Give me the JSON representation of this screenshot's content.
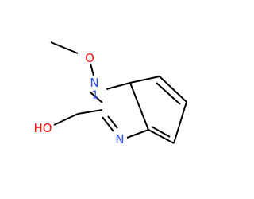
{
  "molecule": {
    "atoms": {
      "methoxy_oxygen": {
        "label": "O",
        "color": "#ff0d0d"
      },
      "ring_nitrogen_1": {
        "label": "N",
        "color": "#3050f8"
      },
      "ring_nitrogen_1_locant": {
        "label": "1",
        "color": "#3050f8"
      },
      "ring_nitrogen_3": {
        "label": "N",
        "color": "#3050f8"
      },
      "hydroxyl": {
        "label": "HO",
        "color": "#ff0d0d"
      }
    },
    "bond_color": "#000000"
  }
}
